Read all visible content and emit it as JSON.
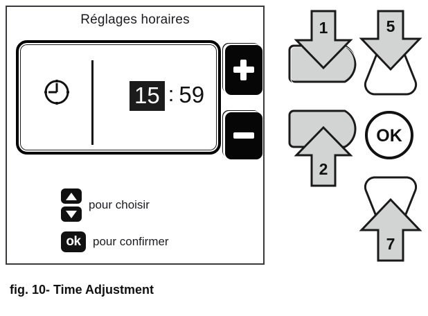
{
  "figure": {
    "caption": "fig. 10- Time Adjustment"
  },
  "device_panel": {
    "screen_title": "Réglages horaires",
    "display": {
      "clock_icon": "clock-icon",
      "hours": "15",
      "separator": ":",
      "minutes": "59",
      "selected_field": "hours"
    },
    "hard_keys": [
      {
        "name": "plus-button",
        "icon": "plus-icon",
        "label": "+"
      },
      {
        "name": "minus-button",
        "icon": "minus-icon",
        "label": "−"
      }
    ],
    "legend": [
      {
        "icon": "up-down-arrows-icon",
        "text": "pour choisir"
      },
      {
        "icon": "ok-key-icon",
        "badge": "ok",
        "text": "pour confirmer"
      }
    ]
  },
  "key_diagram": {
    "callouts": [
      {
        "number": "1",
        "name": "callout-1",
        "direction": "down",
        "target_shape": "d-key-right-rounded",
        "target_fill": "#d2d4d4"
      },
      {
        "number": "5",
        "name": "callout-5",
        "direction": "down",
        "target_shape": "trapezoid-narrow-top",
        "target_fill": "#ffffff"
      },
      {
        "number": "2",
        "name": "callout-2",
        "direction": "up",
        "target_shape": "d-key-right-rounded",
        "target_fill": "#d2d4d4"
      },
      {
        "number": "7",
        "name": "callout-7",
        "direction": "up",
        "target_shape": "trapezoid-wide-top",
        "target_fill": "#ffffff"
      }
    ],
    "ok_button": {
      "name": "ok-round-button",
      "label": "OK"
    }
  },
  "colors": {
    "panel_border": "#3a3a3c",
    "key_black": "#0a0a0a",
    "arrow_fill": "#d2d4d4",
    "arrow_stroke": "#1a1a1a",
    "text": "#1b1b1f"
  }
}
